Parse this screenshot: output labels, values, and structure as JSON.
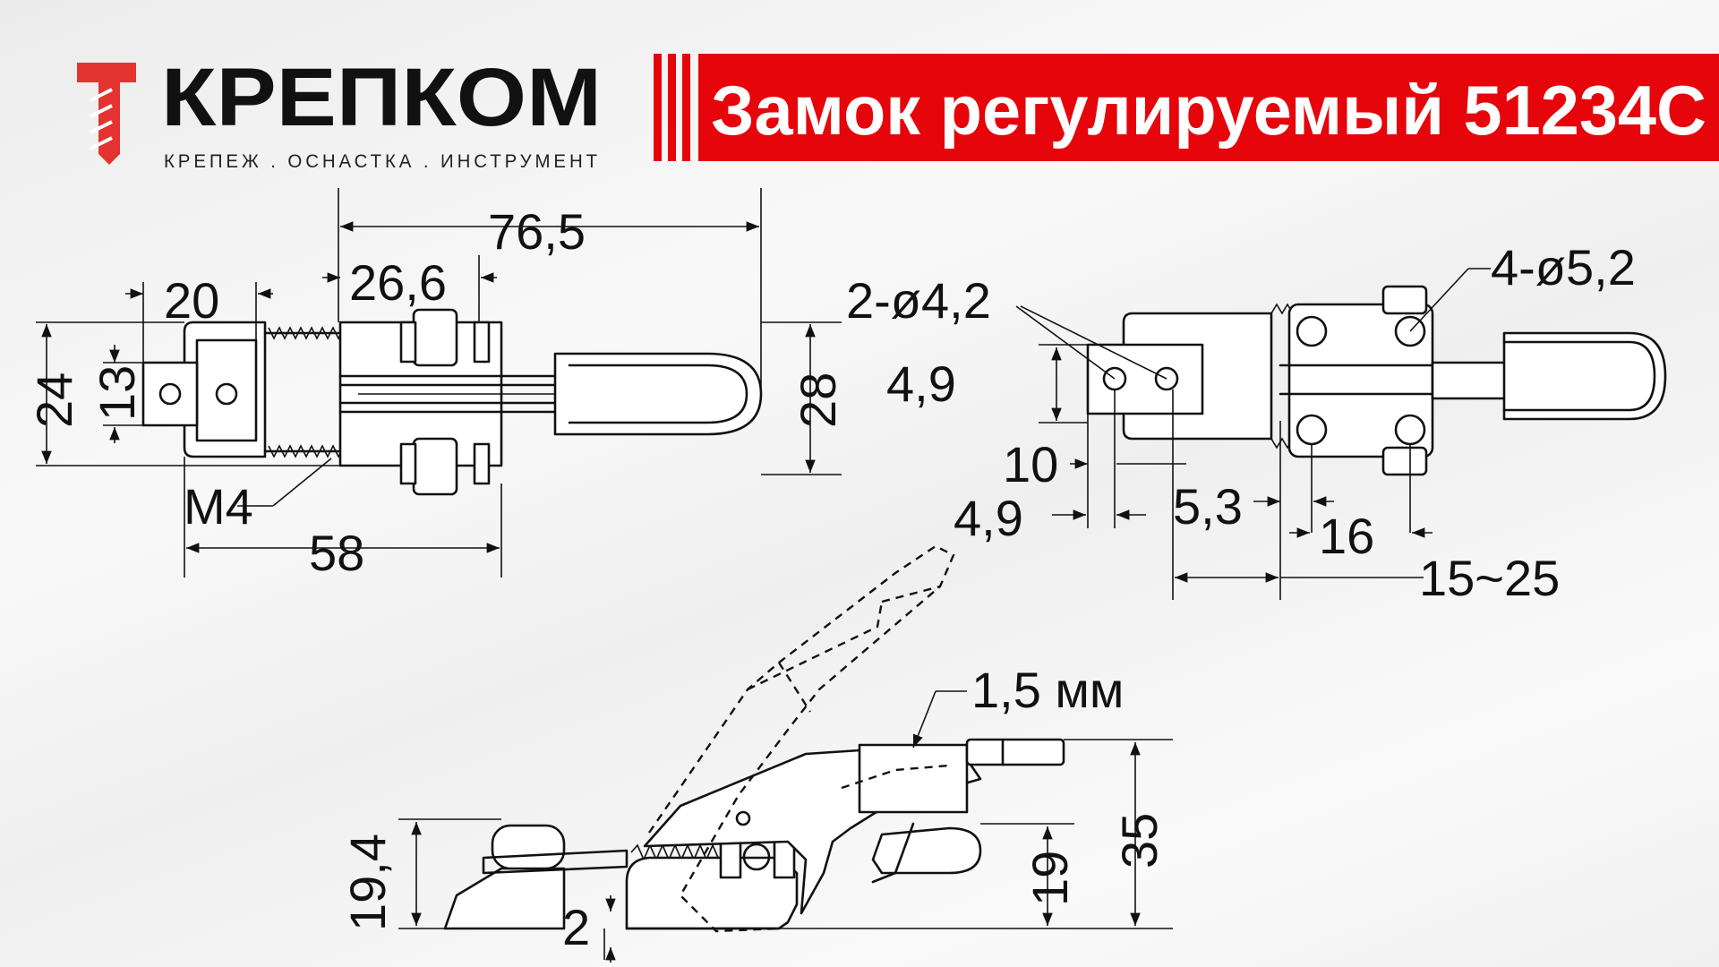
{
  "brand": {
    "name": "КРЕПКОМ",
    "tagline": "КРЕПЕЖ . ОСНАСТКА . ИНСТРУМЕНТ",
    "logo_color": "#e3342f"
  },
  "title": "Замок регулируемый 51234C",
  "accent_color": "#e5050a",
  "dimensions": {
    "top_view": {
      "overall_length": "76,5",
      "pin_offset": "26,6",
      "base_width": "20",
      "height_outer": "24",
      "height_inner": "13",
      "height_right": "28",
      "thread": "M4",
      "base_length": "58"
    },
    "bottom_view": {
      "holes_small": "2-ø4,2",
      "holes_large": "4-ø5,2",
      "hole_spacing": "4,9",
      "inner_width": "10",
      "edge_offset": "4,9",
      "gap": "5,3",
      "pitch": "16",
      "adjust_range": "15~25"
    },
    "side_view": {
      "thickness": "1,5 мм",
      "base_height": "19,4",
      "overall_height": "35",
      "hook_height": "19",
      "base_clearance": "2"
    }
  }
}
